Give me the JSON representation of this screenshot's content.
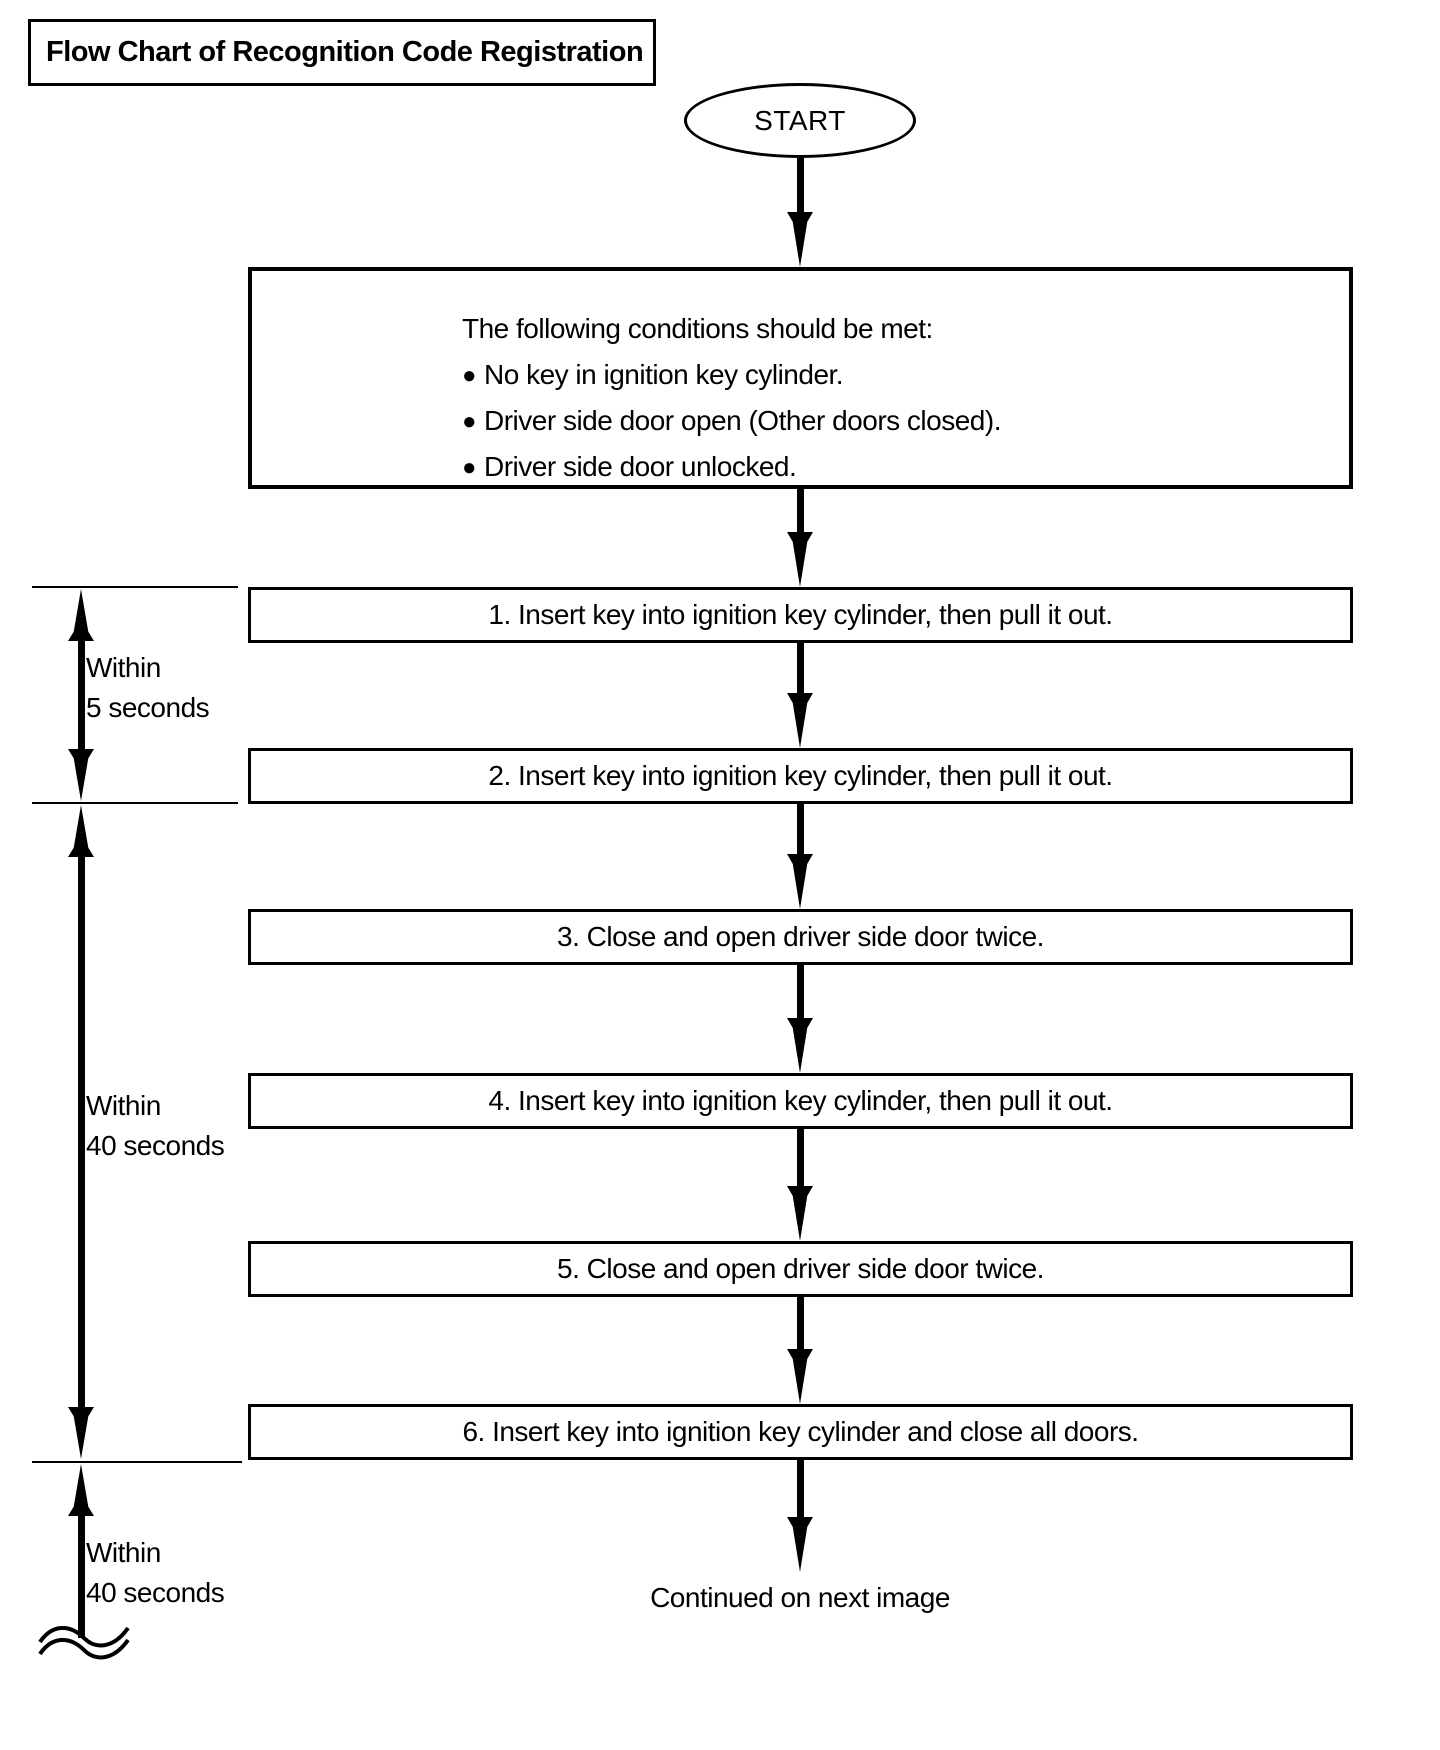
{
  "title": "Flow Chart of Recognition Code Registration",
  "terminator": {
    "start": "START"
  },
  "conditions": {
    "intro": "The following conditions should be met:",
    "bullet": "●",
    "items": [
      "No key in ignition key cylinder.",
      "Driver side door open (Other doors closed).",
      "Driver side door unlocked."
    ]
  },
  "steps": [
    "1. Insert key into ignition key cylinder, then pull it out.",
    "2. Insert key into ignition key cylinder, then pull it out.",
    "3. Close and open driver side door twice.",
    "4. Insert key into ignition key cylinder, then pull it out.",
    "5. Close and open driver side door twice.",
    "6. Insert key into ignition key cylinder and close all doors."
  ],
  "timing": [
    {
      "line1": "Within",
      "line2": "5 seconds"
    },
    {
      "line1": "Within",
      "line2": "40 seconds"
    },
    {
      "line1": "Within",
      "line2": "40 seconds"
    }
  ],
  "footer": "Continued on next image",
  "colors": {
    "ink": "#000000",
    "paper": "#ffffff"
  }
}
